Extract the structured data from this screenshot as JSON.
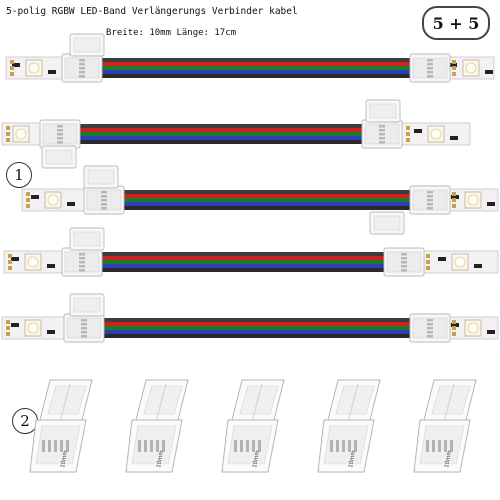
{
  "title": "5-polig RGBW LED-Band Verlängerungs Verbinder kabel",
  "subtitle": "Breite: 10mm Länge: 17cm",
  "quantity": "5 + 5",
  "markers": [
    "1",
    "2"
  ],
  "connector_width_label": "10mm",
  "wire_colors": [
    "#3d3d3d",
    "#cc2222",
    "#1f7a2a",
    "#2a3fb8",
    "#2a2a2a"
  ],
  "strip_color": "#f4f1f4",
  "connector_color": "#f8f8f8"
}
